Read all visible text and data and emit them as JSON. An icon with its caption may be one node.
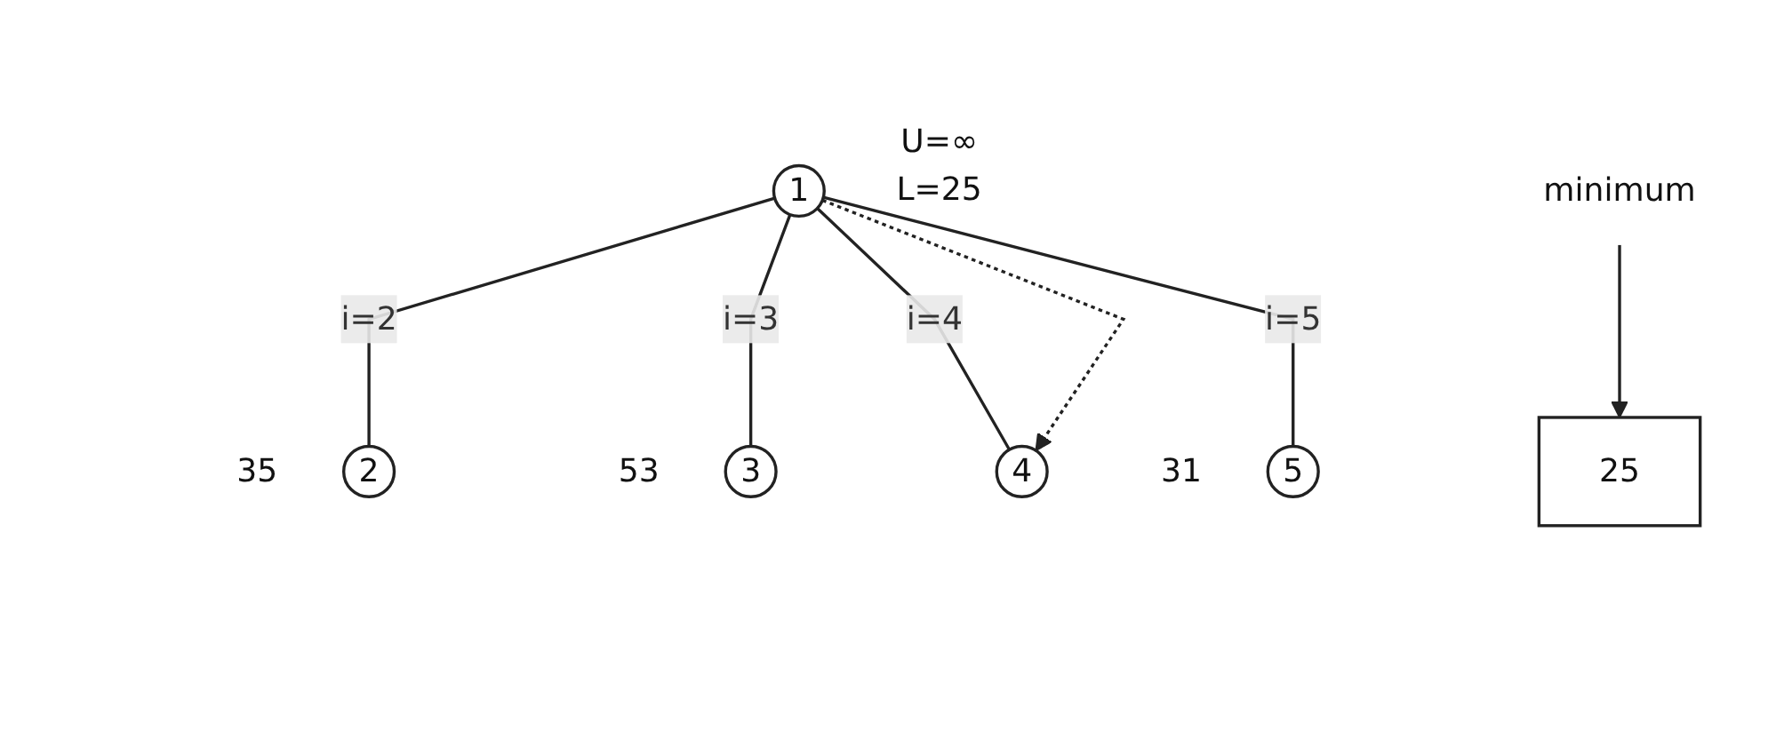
{
  "diagram": {
    "nodes": [
      {
        "text": [
          "1"
        ],
        "beside": [
          "U=∞",
          "L=25"
        ]
      },
      {
        "text": [
          "2"
        ],
        "beside": [
          "35"
        ]
      },
      {
        "text": [
          "3"
        ],
        "beside": [
          "53"
        ]
      },
      {
        "text": [
          "4"
        ]
      },
      {
        "text": [
          "5"
        ],
        "beside": [
          "31"
        ]
      },
      {
        "text": [
          "25"
        ]
      },
      {
        "text": [
          "minimum"
        ]
      }
    ],
    "edges": [
      {
        "from": 0,
        "to": 1,
        "arrow": "none",
        "label": "i=2"
      },
      {
        "from": 0,
        "to": 2,
        "arrow": "none",
        "label": "i=3"
      },
      {
        "from": 0,
        "to": 3,
        "arrow": "none",
        "label": "i=4"
      },
      {
        "from": 0,
        "to": 3,
        "arrow": "to",
        "style": "dashed"
      },
      {
        "from": 0,
        "to": 4,
        "arrow": "none",
        "label": "i=5"
      },
      {
        "from": 6,
        "to": 5,
        "arrow": "to"
      }
    ]
  }
}
